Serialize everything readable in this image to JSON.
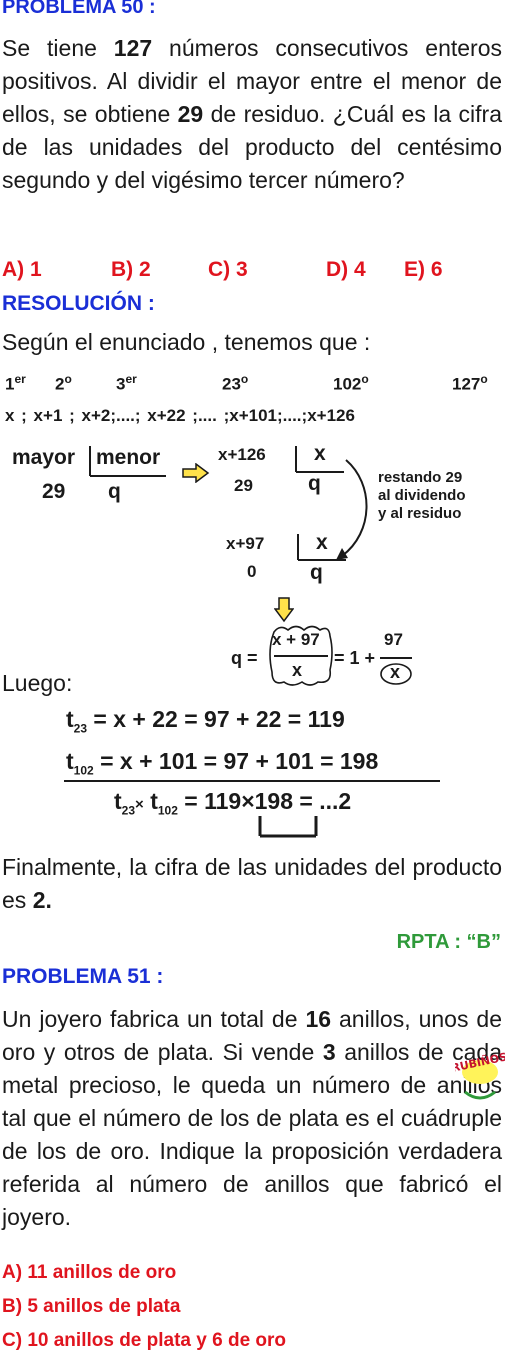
{
  "problem50": {
    "title": "PROBLEMA 50 :",
    "statement": {
      "p1": "Se tiene ",
      "n1": "127",
      "p2": " números consecutivos enteros positivos. Al dividir el mayor entre el menor de ellos, se obtiene ",
      "n2": "29",
      "p3": " de residuo. ¿Cuál es la cifra de las unidades del producto del centésimo segundo y del vigésimo tercer número?"
    },
    "options": [
      "A) 1",
      "B) 2",
      "C) 3",
      "D) 4",
      "E) 6"
    ]
  },
  "resolution": {
    "title": "RESOLUCIÓN :",
    "intro": "Según el enunciado , tenemos que :",
    "ordinals": [
      {
        "num": "1",
        "sup": "er"
      },
      {
        "num": "2",
        "sup": "o"
      },
      {
        "num": "3",
        "sup": "er"
      },
      {
        "num": "23",
        "sup": "o"
      },
      {
        "num": "102",
        "sup": "o"
      },
      {
        "num": "127",
        "sup": "o"
      }
    ],
    "terms": "x ; x+1 ; x+2;....; x+22 ;.... ;x+101;....;x+126",
    "division_words": {
      "dividend": "mayor",
      "divisor": "menor",
      "remainder": "29",
      "quotient": "q"
    },
    "division1": {
      "dividend": "x+126",
      "divisor": "x",
      "remainder": "29",
      "quotient": "q"
    },
    "note": [
      "restando 29",
      "al dividendo",
      "y al residuo"
    ],
    "division2": {
      "dividend": "x+97",
      "divisor": "x",
      "remainder": "0",
      "quotient": "q"
    },
    "quotient_eq": {
      "left": "q =",
      "num": "x + 97",
      "den": "x",
      "mid": "= 1 +",
      "num2": "97",
      "den2": "x"
    },
    "luego": "Luego:",
    "t23": {
      "label": "t",
      "sub": "23",
      "expr": "= x + 22 = 97 + 22 = 119"
    },
    "t102": {
      "label": "t",
      "sub": "102",
      "expr": "= x + 101 = 97 + 101 = 198"
    },
    "product": {
      "a": "t",
      "asub": "23",
      "times": "×",
      "b": "t",
      "bsub": "102",
      "expr": "= 119×198 = ...2"
    },
    "final1": "Finalmente, la cifra de las unidades del producto es ",
    "final2": "2."
  },
  "answer": "RPTA : “B”",
  "problem51": {
    "title": "PROBLEMA 51 :",
    "statement": {
      "p1": "Un joyero fabrica un total de ",
      "n1": "16",
      "p2": " anillos, unos de oro y otros de plata. Si vende ",
      "n2": "3",
      "p3": " anillos de cada metal precioso, le queda un número de anillos tal que el número de los de plata es el cuádruple de los de oro. Indique la proposición verdadera referida al número de anillos que fabricó el joyero."
    },
    "options": [
      "A) 11 anillos de oro",
      "B) 5 anillos de plata",
      "C) 10 anillos de plata y 6 de oro"
    ]
  },
  "logo_text": "RUBIÑOS",
  "colors": {
    "blue": "#1a2fd6",
    "red": "#e0141e",
    "green": "#2f9a3a"
  }
}
